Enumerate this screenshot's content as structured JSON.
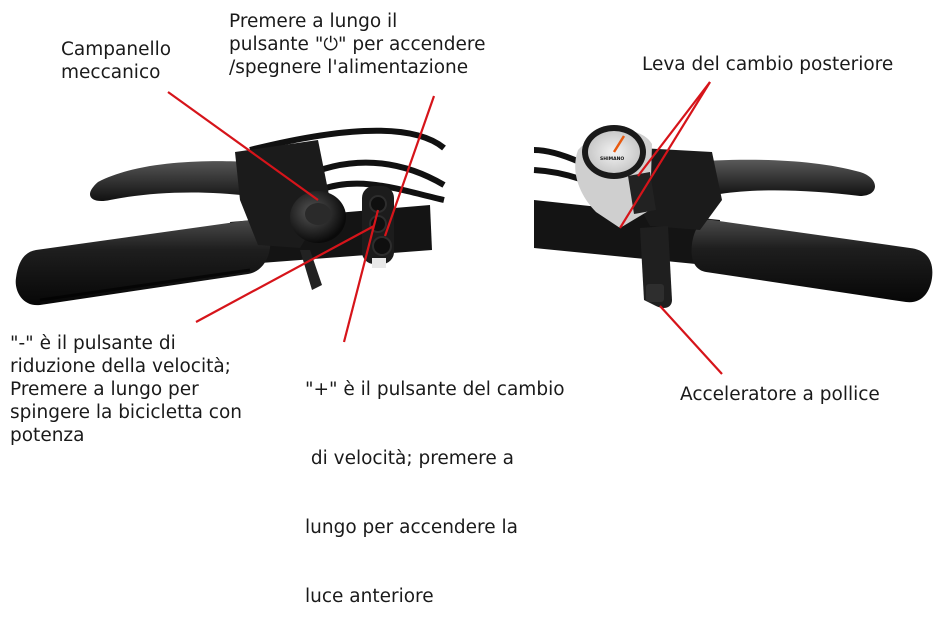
{
  "colors": {
    "pointer": "#d6141a",
    "accent_white": "#ffffff",
    "accent_orange": "#e85a10"
  },
  "labels": {
    "bell": [
      "Campanello",
      "meccanico"
    ],
    "power": [
      "Premere a lungo il",
      "pulsante \"⏻\" per accendere",
      "/spegnere l'alimentazione"
    ],
    "lever": [
      "Leva del cambio posteriore"
    ],
    "minus": [
      "\"-\" è il pulsante di",
      "riduzione della velocità;",
      "Premere a lungo per",
      "spingere la bicicletta con",
      "potenza"
    ],
    "plus": [
      "\"+\" è il pulsante del cambio",
      " di velocità; premere a",
      "lungo per accendere la",
      "luce anteriore"
    ],
    "throttle": [
      "Acceleratore a pollice"
    ]
  },
  "display_brand": "SHIMANO"
}
